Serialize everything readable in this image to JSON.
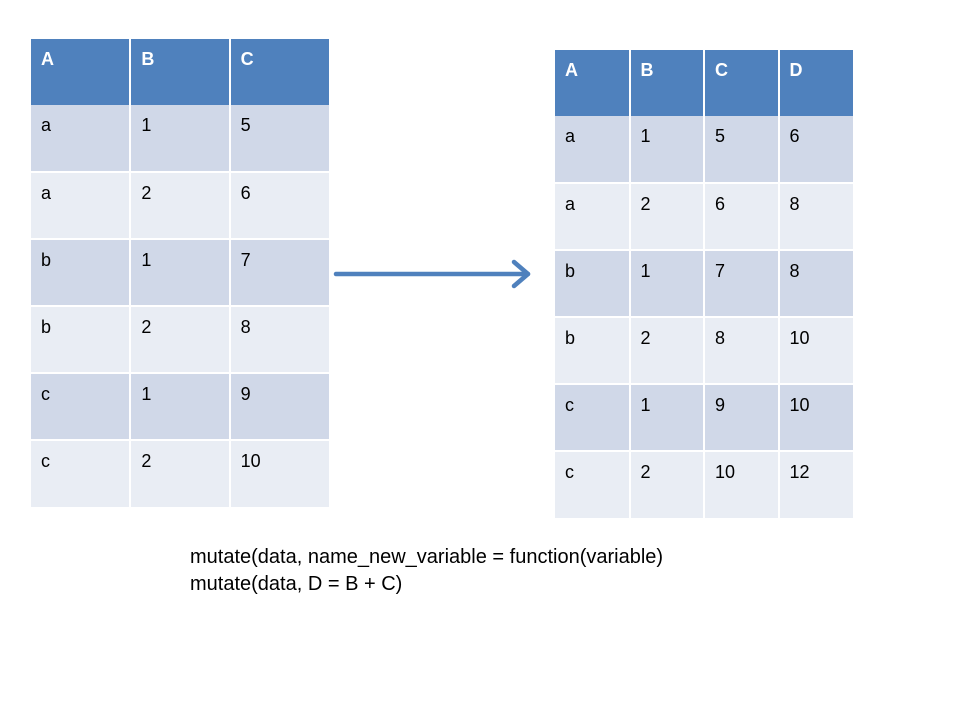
{
  "left_table": {
    "headers": [
      "A",
      "B",
      "C"
    ],
    "rows": [
      [
        "a",
        "1",
        "5"
      ],
      [
        "a",
        "2",
        "6"
      ],
      [
        "b",
        "1",
        "7"
      ],
      [
        "b",
        "2",
        "8"
      ],
      [
        "c",
        "1",
        "9"
      ],
      [
        "c",
        "2",
        "10"
      ]
    ]
  },
  "right_table": {
    "headers": [
      "A",
      "B",
      "C",
      "D"
    ],
    "rows": [
      [
        "a",
        "1",
        "5",
        "6"
      ],
      [
        "a",
        "2",
        "6",
        "8"
      ],
      [
        "b",
        "1",
        "7",
        "8"
      ],
      [
        "b",
        "2",
        "8",
        "10"
      ],
      [
        "c",
        "1",
        "9",
        "10"
      ],
      [
        "c",
        "2",
        "10",
        "12"
      ]
    ]
  },
  "arrow": {
    "icon": "arrow-right-icon",
    "color": "#4f81bd"
  },
  "caption": {
    "line1": "mutate(data, name_new_variable = function(variable)",
    "line2": "mutate(data, D = B + C)"
  },
  "colors": {
    "header": "#4f81bd",
    "row_dark": "#d0d8e8",
    "row_light": "#e9edf4"
  }
}
